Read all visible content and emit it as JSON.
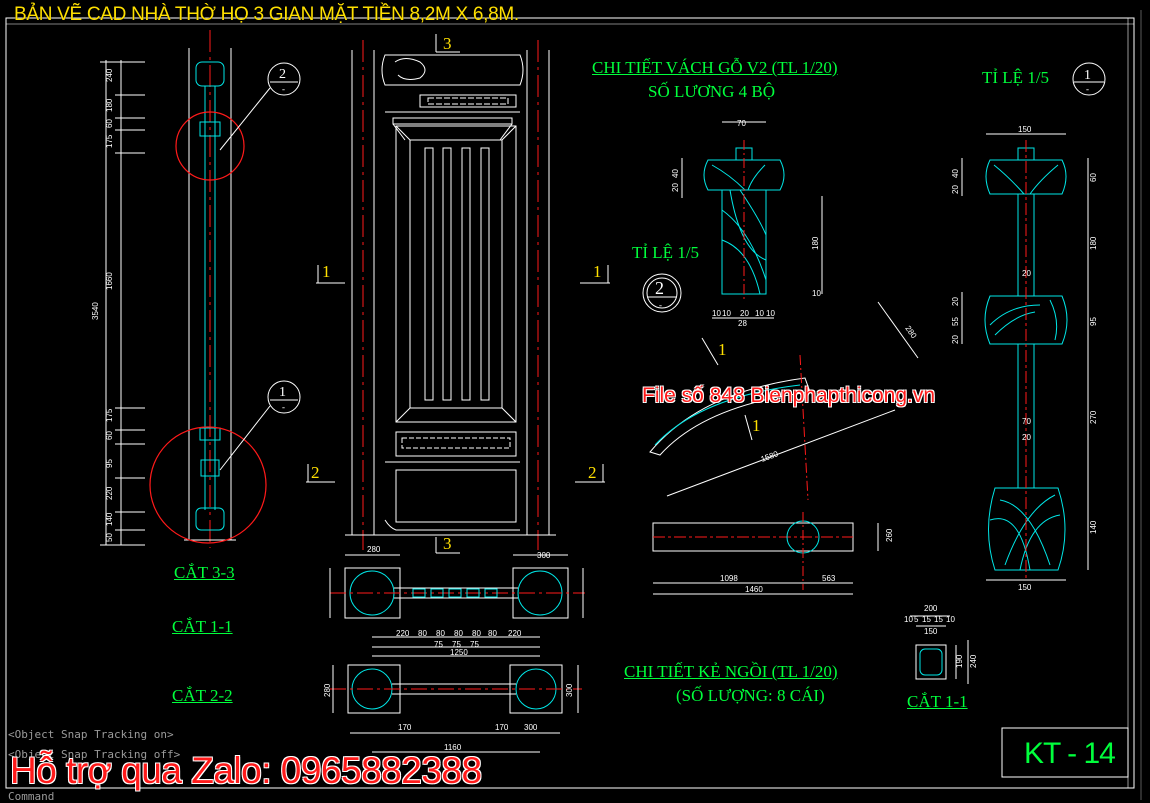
{
  "title": "BẢN VẼ CAD NHÀ THỜ HỌ 3 GIAN MẶT TIỀN 8,2M X 6,8M.",
  "watermark": "File số 848   Bienphapthicong.vn",
  "support": "Hỗ trợ qua Zalo: 0965882388",
  "command_history": [
    "<Object Snap Tracking on>",
    "<Object Snap Tracking off>",
    "Command"
  ],
  "sheet_number": "KT - 14",
  "detail_wall": {
    "title": "CHI TIẾT VÁCH GỖ V2 (TL 1/20)",
    "subtitle": "SỐ LƯƠNG 4 BỘ"
  },
  "detail_bracket": {
    "title": "CHI TIẾT KẺ NGỒI (TL 1/20)",
    "subtitle": "(SỐ LƯỢNG: 8 CÁI)"
  },
  "scale_labels": [
    "TỈ LỆ 1/5",
    "TỈ LỆ 1/5"
  ],
  "section_labels": [
    "CẮT 3-3",
    "CẮT 1-1",
    "CẮT 2-2",
    "CẮT 1-1"
  ],
  "section_markers": {
    "m1": "1",
    "m2": "2",
    "m3": "3"
  },
  "callouts": [
    {
      "num": "2",
      "sub": "-"
    },
    {
      "num": "1",
      "sub": "-"
    }
  ],
  "dims_left": [
    "240",
    "180",
    "60",
    "175",
    "1660",
    "3540",
    "175",
    "60",
    "95",
    "220",
    "140",
    "50"
  ],
  "dims_plan": [
    "280",
    "300",
    "220",
    "80",
    "80",
    "80",
    "80",
    "80",
    "220",
    "1250",
    "75",
    "75",
    "75"
  ],
  "dims_plan2": [
    "280",
    "300",
    "170",
    "170",
    "300",
    "1160"
  ],
  "dims_detail": [
    "70",
    "40",
    "20",
    "180",
    "10",
    "10",
    "20",
    "10",
    "10",
    "28",
    "10"
  ],
  "dims_right": [
    "150",
    "40",
    "20",
    "60",
    "180",
    "20",
    "20",
    "55",
    "20",
    "95",
    "270",
    "70",
    "20",
    "140",
    "150"
  ],
  "dims_bracket": [
    "1098",
    "563",
    "1460",
    "260",
    "1580",
    "280"
  ],
  "dims_small": [
    "200",
    "10",
    "5",
    "15",
    "15",
    "10",
    "150",
    "190",
    "240"
  ],
  "colors": {
    "background": "#000000",
    "green": "#00ff3c",
    "cyan": "#00e6e6",
    "red": "#ff1a1a",
    "white": "#ffffff",
    "yellow": "#ffe000"
  }
}
